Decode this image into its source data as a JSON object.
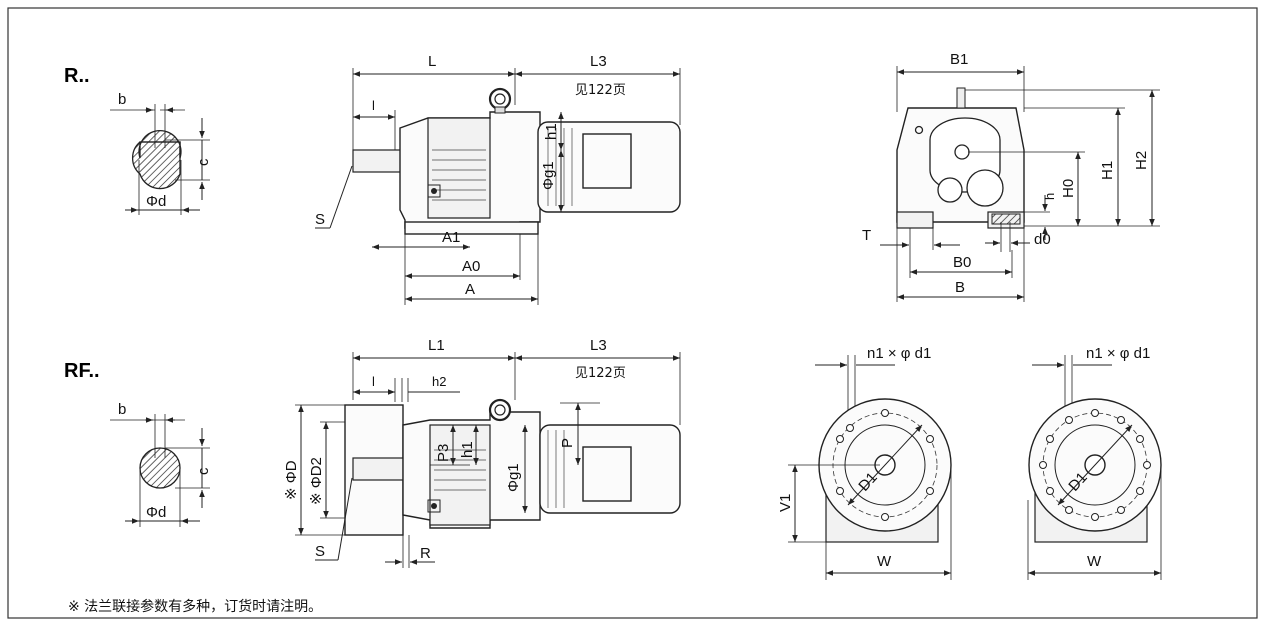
{
  "sections": {
    "r": {
      "title": "R.."
    },
    "rf": {
      "title": "RF.."
    }
  },
  "labels": {
    "b": "b",
    "c": "c",
    "phi_d": "Φd",
    "L": "L",
    "L1": "L1",
    "L3": "L3",
    "page_ref": "见122页",
    "l": "l",
    "h1": "h1",
    "h2": "h2",
    "phi_g1": "Φg1",
    "S": "S",
    "R": "R",
    "A1": "A1",
    "A0": "A0",
    "A": "A",
    "B1": "B1",
    "B0": "B0",
    "B": "B",
    "H0": "H0",
    "H1": "H1",
    "H2": "H2",
    "h": "h",
    "d0": "d0",
    "T": "T",
    "P3": "P3",
    "P": "P",
    "phi_D": "※ ΦD",
    "phi_D2": "※ ΦD2",
    "D1": "D1",
    "hole_pattern": "n1 × φ d1",
    "V1": "V1",
    "W": "W"
  },
  "footnote": "※ 法兰联接参数有多种，订货时请注明。"
}
